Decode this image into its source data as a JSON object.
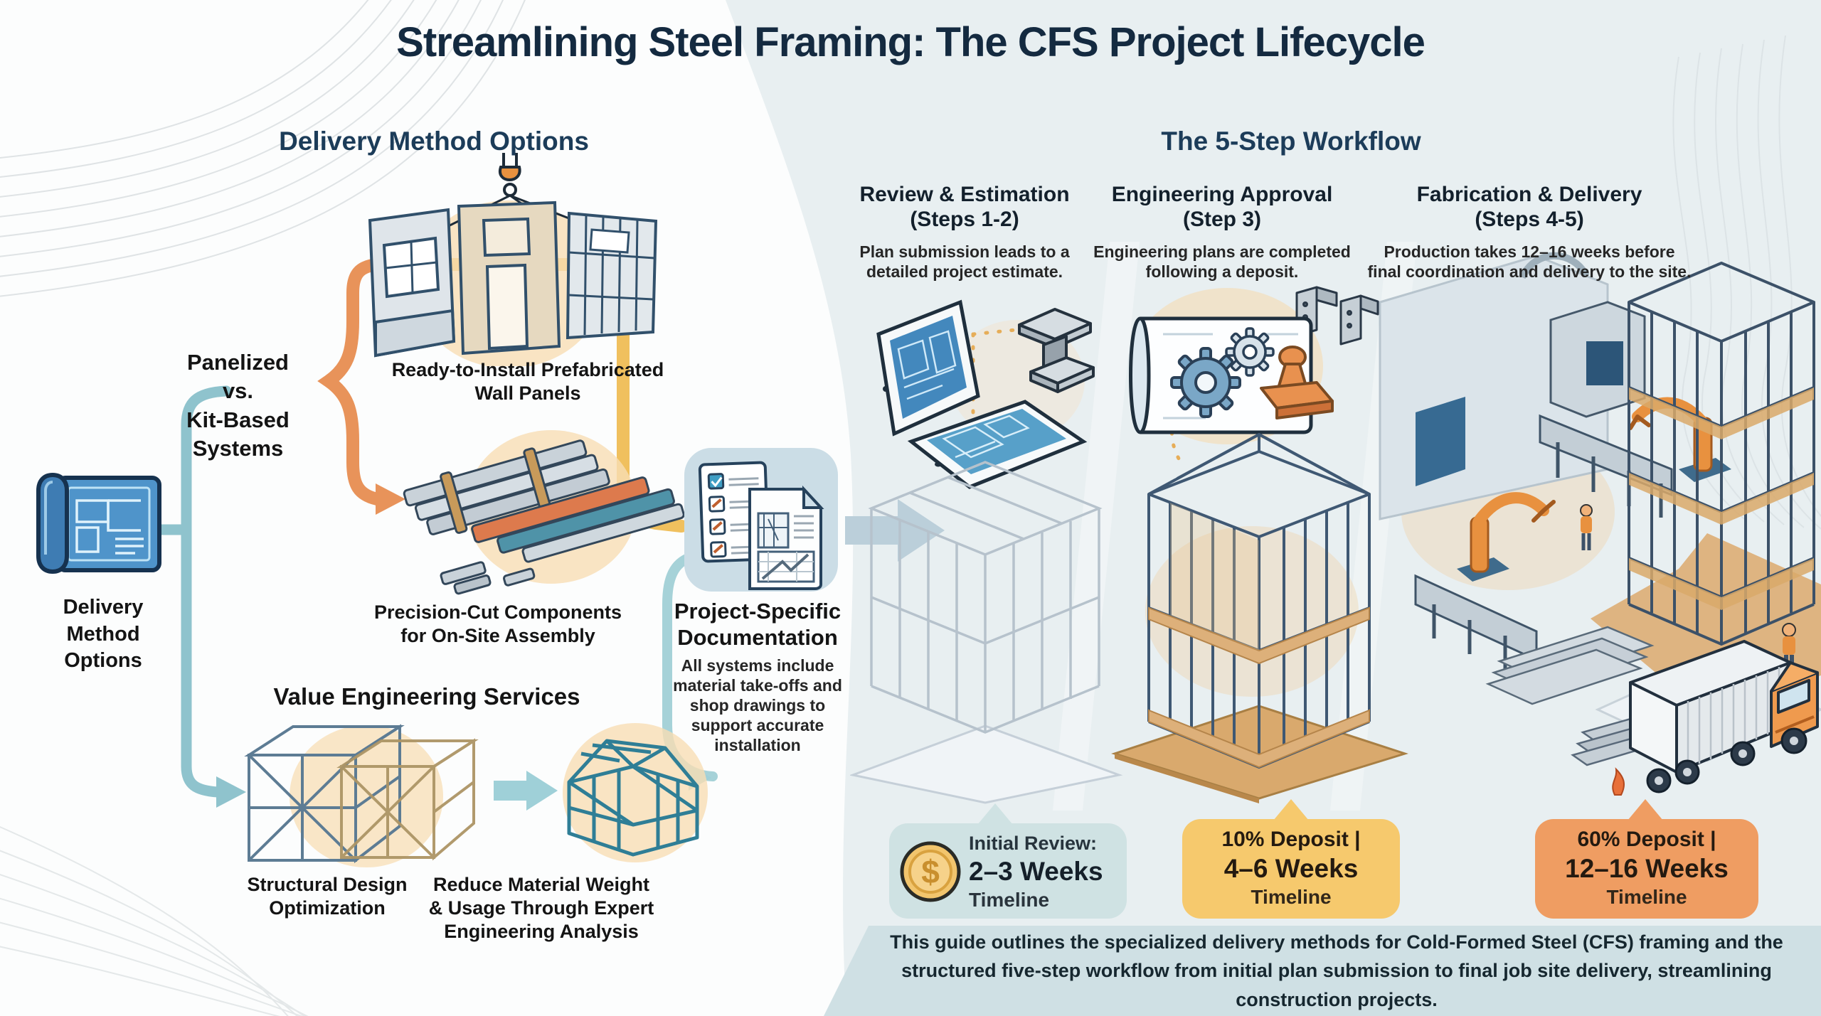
{
  "title": "Streamlining Steel Framing: The CFS Project Lifecycle",
  "left": {
    "header": "Delivery Method Options",
    "source_label": "Delivery Method Options",
    "split_label": [
      "Panelized",
      "vs.",
      "Kit-Based",
      "Systems"
    ],
    "panel_label": "Ready-to-Install Prefabricated Wall Panels",
    "components_label": "Precision-Cut Components for On-Site Assembly",
    "ve_header": "Value Engineering Services",
    "ve_left_label": "Structural Design Optimization",
    "ve_right_label": "Reduce Material Weight & Usage Through Expert Engineering Analysis"
  },
  "documentation": {
    "title": "Project-Specific Documentation",
    "body": "All systems include material take-offs and shop drawings to support accurate installation"
  },
  "workflow": {
    "header": "The 5-Step Workflow",
    "columns": [
      {
        "title": "Review & Estimation",
        "steps": "(Steps 1-2)",
        "description": "Plan submission leads to a detailed project estimate."
      },
      {
        "title": "Engineering Approval",
        "steps": "(Step 3)",
        "description": "Engineering plans are completed following a deposit."
      },
      {
        "title": "Fabrication & Delivery",
        "steps": "(Steps 4-5)",
        "description": "Production takes 12–16 weeks before final coordination and delivery to the site."
      }
    ],
    "badges": [
      {
        "icon": "dollar-coin-icon",
        "icon_glyph": "$",
        "line1": "Initial Review:",
        "line2": "2–3 Weeks",
        "line3": "Timeline",
        "color": "#cfe2e3"
      },
      {
        "line1": "10% Deposit |",
        "line2": "4–6 Weeks",
        "line3": "Timeline",
        "color": "#f6c96d"
      },
      {
        "line1": "60% Deposit |",
        "line2": "12–16 Weeks",
        "line3": "Timeline",
        "color": "#ef9d62"
      }
    ]
  },
  "footer": {
    "text": "This guide outlines the specialized delivery methods for Cold-Formed Steel (CFS) framing and the structured five-step workflow from initial plan submission to final job site delivery, streamlining construction projects."
  },
  "colors": {
    "navy_title": "#142a40",
    "section_header": "#1c3c59",
    "accent_orange": "#e8935a",
    "accent_yellow": "#f0c05e",
    "accent_teal": "#8fc3cd",
    "peach_glow": "#f7dcb4",
    "badge_review": "#cfe2e3",
    "badge_deposit10": "#f6c96d",
    "badge_deposit60": "#ef9d62",
    "footer_bg": "#cfe0e4"
  }
}
